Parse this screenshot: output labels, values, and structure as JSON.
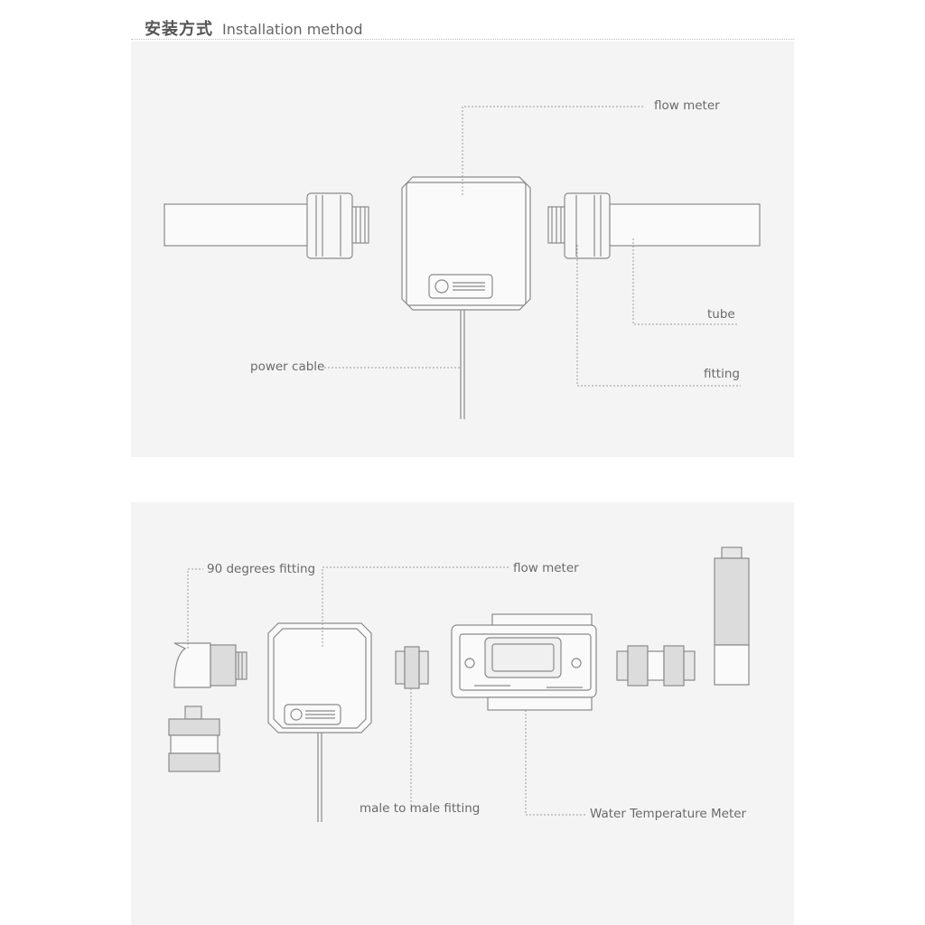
{
  "header": {
    "title_cn": "安装方式",
    "title_en": "Installation method"
  },
  "panel1": {
    "labels": {
      "flow_meter": "flow meter",
      "tube": "tube",
      "power_cable": "power cable",
      "fitting": "fitting"
    }
  },
  "panel2": {
    "labels": {
      "ninety_fitting": "90 degrees fitting",
      "flow_meter": "flow meter",
      "male_to_male": "male to male fitting",
      "water_temp_meter": "Water Temperature Meter"
    }
  },
  "colors": {
    "background": "#ffffff",
    "panel": "#f4f4f4",
    "stroke": "#888888",
    "label": "#6a6a6a"
  }
}
